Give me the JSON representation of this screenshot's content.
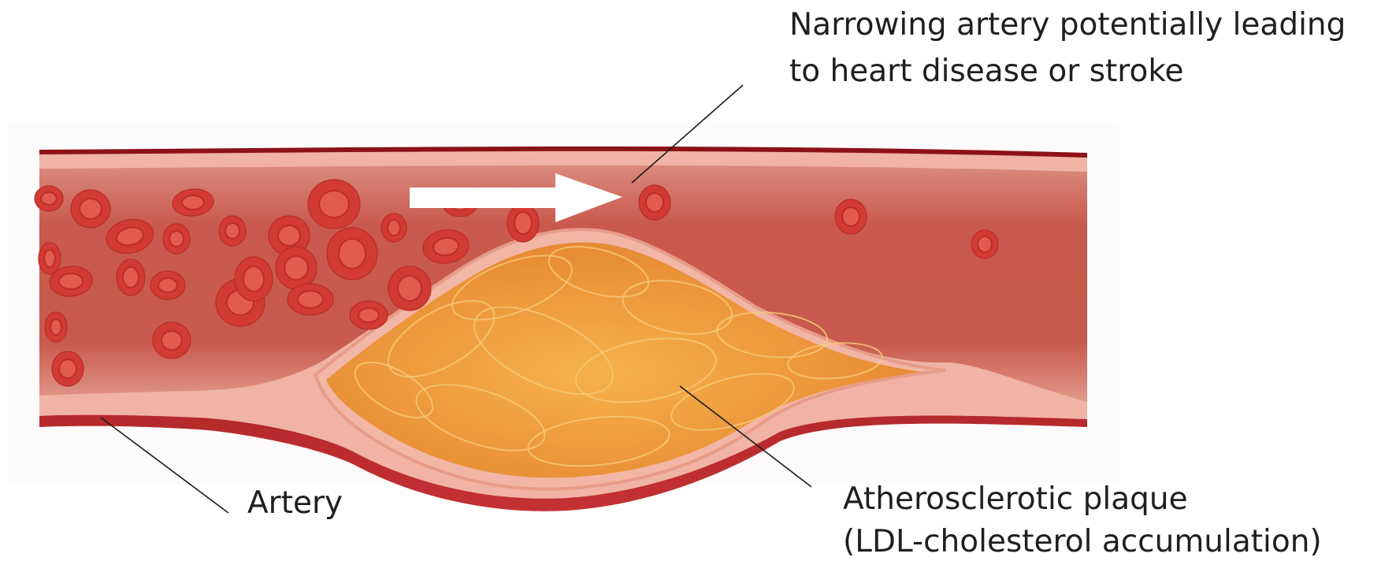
{
  "labels": {
    "narrowing_line1": "Narrowing artery potentially leading",
    "narrowing_line2": "to heart disease or stroke",
    "artery": "Artery",
    "plaque_line1": "Atherosclerotic plaque",
    "plaque_line2": "(LDL-cholesterol accumulation)"
  },
  "colors": {
    "artery_wall": "#b01f22",
    "lumen": "#c85a4c",
    "intima": "#efb0a3",
    "plaque": "#ef9a3b",
    "red_blood_cell": "#d23b33",
    "flow_arrow": "#ffffff"
  },
  "icons": {
    "flow_arrow": "blood-flow-arrow-icon"
  }
}
